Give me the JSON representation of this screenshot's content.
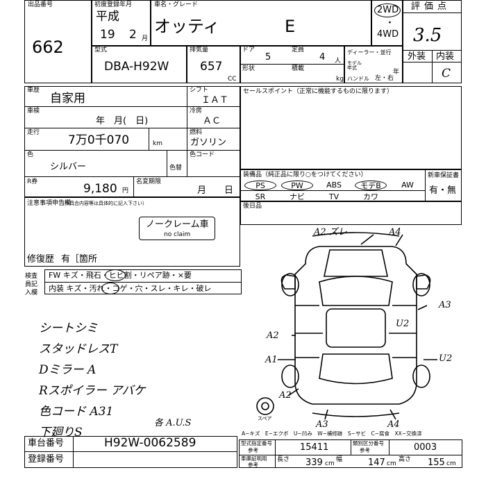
{
  "header": {
    "lot_label": "出品番号",
    "lot_number": "662",
    "first_reg_label": "初度登録年月",
    "era": "平成",
    "year": "19",
    "month": "2",
    "month_unit": "月",
    "name_label": "車名・グレード",
    "car_name": "オッティ",
    "grade": "E",
    "drive_2wd": "2WD",
    "drive_4wd": "4WD",
    "score_label": "評価点",
    "score": "3.5",
    "exterior_label": "外装",
    "interior_label": "内装",
    "interior_grade": "C"
  },
  "spec": {
    "model_label": "型式",
    "model": "DBA-H92W",
    "displacement_label": "排気量",
    "displacement": "657",
    "cc": "CC",
    "doors_label": "ドア",
    "doors": "5",
    "capacity_label": "定員",
    "capacity": "4",
    "person_unit": "人",
    "shape_label": "形状",
    "load_label": "積載",
    "kg": "kg",
    "dealer_label": "ディーラー・並行",
    "model_year_label": "モデル年式",
    "year_unit": "年",
    "handle_label": "ハンドル",
    "handle_value": "左・右"
  },
  "usage": {
    "history_label": "車歴",
    "history": "自家用",
    "inspection_label": "車検",
    "inspection_value": "年　月(　日)",
    "mileage_label": "走行",
    "mileage": "7万0千070",
    "km": "km",
    "color_label": "色",
    "color": "シルバー",
    "repaint_label": "色替",
    "recycle_label": "R券",
    "recycle_fee": "9,180",
    "yen": "円",
    "name_change_label": "名変期限",
    "name_change_value": "月　　日",
    "shift_label": "シフト",
    "shift": "ＩＡＴ",
    "ac_label": "冷房",
    "ac": "ＡＣ",
    "fuel_label": "燃料",
    "fuel": "ガソリン",
    "color_code_label": "色コード"
  },
  "sales_point": {
    "label": "セールスポイント（正常に機能するものに限ります）"
  },
  "equipment": {
    "label": "装備品（純正品に限り○をつけてください）",
    "row1": [
      "PS",
      "PW",
      "ABS",
      "モデB",
      "AW"
    ],
    "row2": [
      "SR",
      "ナビ",
      "TV",
      "カワ"
    ],
    "circled": [
      "PS",
      "PW",
      "モデB"
    ],
    "warranty_label": "新車保証書",
    "warranty_value": "有・無"
  },
  "notes": {
    "label": "注意事項申告欄",
    "sub": "（不具合内容等は具体的に記入下さい）",
    "no_claim_jp": "ノークレーム車",
    "no_claim_en": "no claim",
    "repair_label": "修復歴",
    "repair_value": "有［箇所",
    "inspector_label": "検査員記入欄",
    "row1": "FW キズ・飛石・ヒビ割・リペア跡・×要",
    "row2": "内装 キズ・汚れ・コゲ・穴・スレ・キレ・破レ"
  },
  "after_market": {
    "label": "後日品"
  },
  "handwritten": {
    "lines": [
      "シートシミ",
      "スタッドレスT",
      "Dミラー A",
      "Rスポイラー アバケ",
      "色コード A31",
      "下廻りS"
    ],
    "note_center": "各 A.U.S"
  },
  "diagram": {
    "marks": [
      "A2 ズレ",
      "A4",
      "A3",
      "U2",
      "A2",
      "A1",
      "U2",
      "A2",
      "A3",
      "A4"
    ],
    "spare_label": "スペア"
  },
  "legend": {
    "text": "A−キズ　E−エクボ　U−凹み　W−補修跡　S−サビ　C−腐食　XX−交換済"
  },
  "footer": {
    "chassis_label": "車台番号",
    "chassis": "H92W-0062589",
    "reg_label": "登録番号",
    "type_cert_label": "型式指定番号",
    "type_cert": "15411",
    "class_label": "類別区分番号",
    "class": "0003",
    "ref_label": "参考",
    "vehicle_cert_label": "車庫証明用",
    "length_label": "長さ",
    "length": "339",
    "width_label": "幅",
    "width": "147",
    "height_label": "高さ",
    "height": "155",
    "cm": "cm"
  }
}
